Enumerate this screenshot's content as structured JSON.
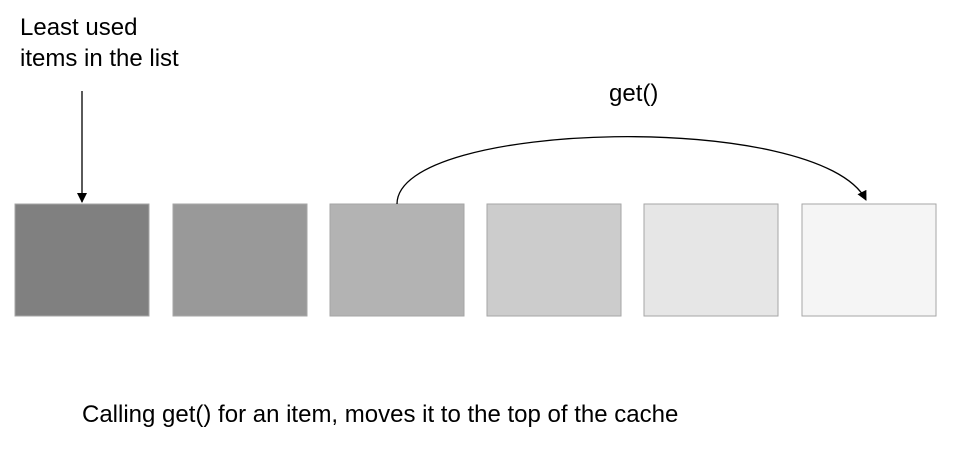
{
  "annotations": {
    "least_used_line1": "Least used",
    "least_used_line2": "items in the list",
    "get_call": "get()",
    "caption": "Calling get() for an item, moves it to the top of the cache"
  },
  "cache_items": [
    {
      "fill": "#808080"
    },
    {
      "fill": "#999999"
    },
    {
      "fill": "#b3b3b3"
    },
    {
      "fill": "#cccccc"
    },
    {
      "fill": "#e6e6e6"
    },
    {
      "fill": "#f5f5f5"
    }
  ],
  "colors": {
    "box_border": "#a6a6a6",
    "arrow": "#000000"
  }
}
